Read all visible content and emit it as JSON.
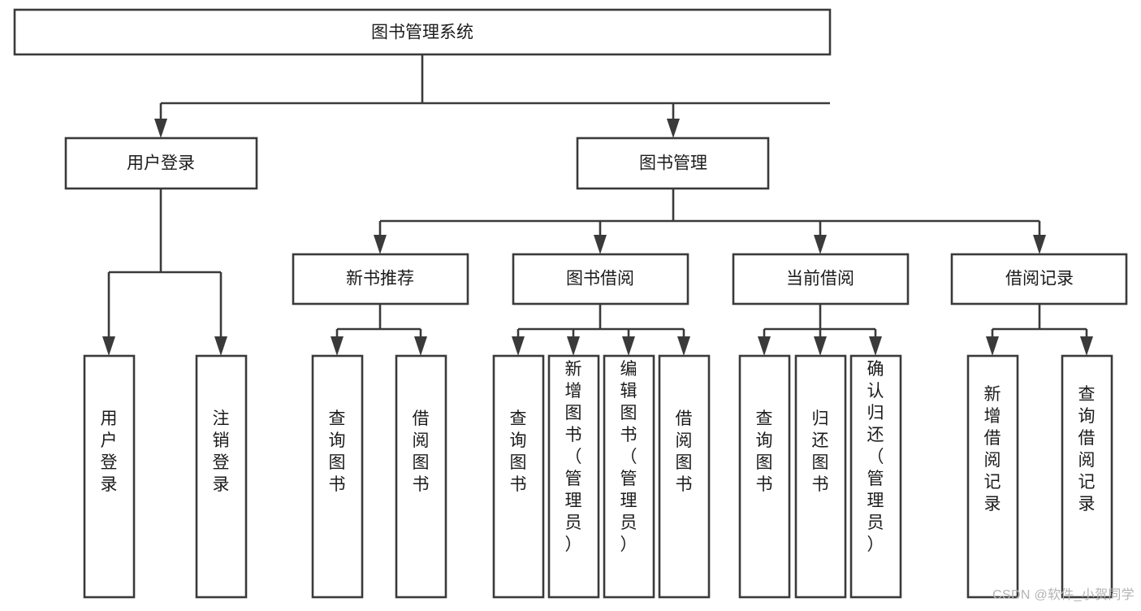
{
  "diagram": {
    "type": "tree-hierarchy",
    "title": "图书管理系统",
    "watermark": "CSDN @软件_小贺同学",
    "colors": {
      "box_stroke": "#3a3a3a",
      "box_fill": "#ffffff",
      "text": "#1b1b1b",
      "background": "#ffffff",
      "watermark": "#b4b4b4"
    },
    "levels": {
      "root": {
        "label": "图书管理系统"
      },
      "level2": [
        {
          "id": "user-login",
          "label": "用户登录"
        },
        {
          "id": "book-management",
          "label": "图书管理"
        }
      ],
      "level3": [
        {
          "id": "new-book-recommend",
          "label": "新书推荐",
          "parent": "book-management"
        },
        {
          "id": "book-borrow",
          "label": "图书借阅",
          "parent": "book-management"
        },
        {
          "id": "current-borrow",
          "label": "当前借阅",
          "parent": "book-management"
        },
        {
          "id": "borrow-record",
          "label": "借阅记录",
          "parent": "book-management"
        }
      ],
      "leaves": [
        {
          "id": "leaf-user-login",
          "label": "用户登录",
          "parent": "user-login"
        },
        {
          "id": "leaf-logout-login",
          "label": "注销登录",
          "parent": "user-login"
        },
        {
          "id": "leaf-query-book-1",
          "label": "查询图书",
          "parent": "new-book-recommend"
        },
        {
          "id": "leaf-borrow-book-1",
          "label": "借阅图书",
          "parent": "new-book-recommend"
        },
        {
          "id": "leaf-query-book-2",
          "label": "查询图书",
          "parent": "book-borrow"
        },
        {
          "id": "leaf-add-book",
          "label": "新增图书（管理员）",
          "parent": "book-borrow"
        },
        {
          "id": "leaf-edit-book",
          "label": "编辑图书（管理员）",
          "parent": "book-borrow"
        },
        {
          "id": "leaf-borrow-book-2",
          "label": "借阅图书",
          "parent": "book-borrow"
        },
        {
          "id": "leaf-query-book-3",
          "label": "查询图书",
          "parent": "current-borrow"
        },
        {
          "id": "leaf-return-book",
          "label": "归还图书",
          "parent": "current-borrow"
        },
        {
          "id": "leaf-confirm-return",
          "label": "确认归还（管理员）",
          "parent": "current-borrow"
        },
        {
          "id": "leaf-add-record",
          "label": "新增借阅记录",
          "parent": "borrow-record"
        },
        {
          "id": "leaf-query-record",
          "label": "查询借阅记录",
          "parent": "borrow-record"
        }
      ]
    }
  }
}
